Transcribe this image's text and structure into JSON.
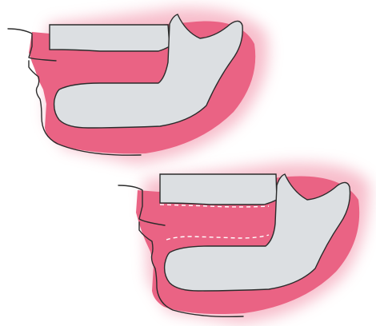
{
  "figure": {
    "panels": [
      {
        "id": "before",
        "outline_style": "solid"
      },
      {
        "id": "after",
        "outline_style": "dashed"
      }
    ],
    "colors": {
      "background": "#ffffff",
      "soft_tissue": "#e8577a",
      "soft_tissue_glow": "#f7b7c6",
      "bone": "#dcdfe2",
      "outline": "#2b2b2b",
      "dashed_line": "#ffffff"
    }
  }
}
